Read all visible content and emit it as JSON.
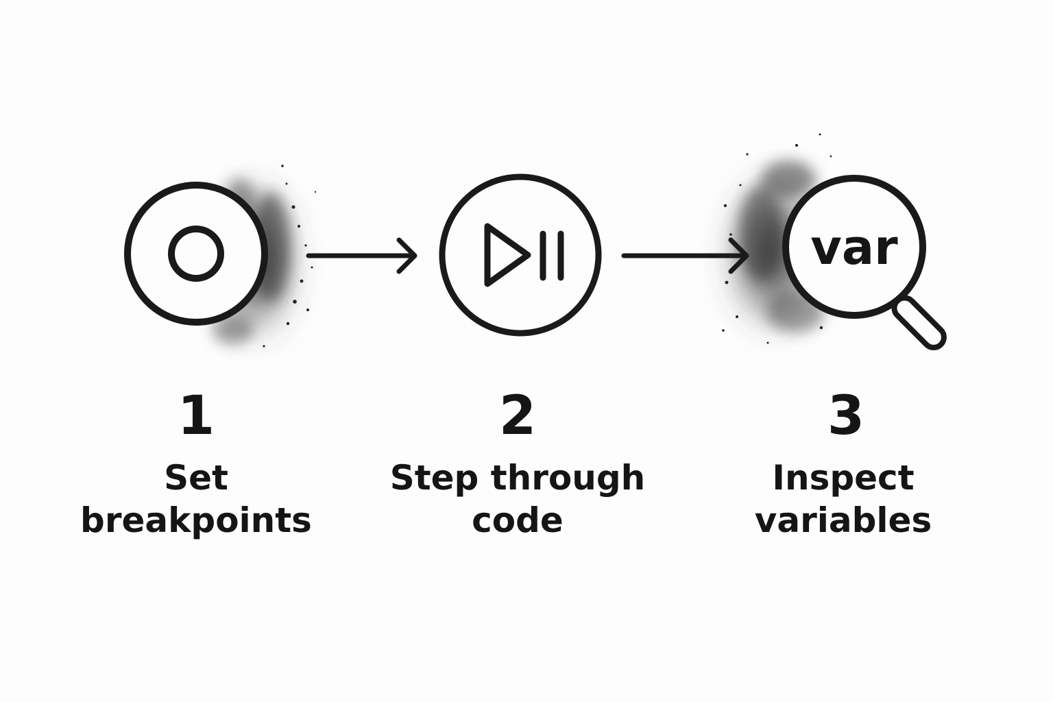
{
  "steps": [
    {
      "number": "1",
      "label": "Set\nbreakpoints",
      "icon": "breakpoint-icon"
    },
    {
      "number": "2",
      "label": "Step through\ncode",
      "icon": "play-pause-icon"
    },
    {
      "number": "3",
      "label": "Inspect\nvariables",
      "icon": "magnifier-icon",
      "icon_text": "var"
    }
  ],
  "colors": {
    "ink": "#1a1a1a",
    "background": "#fdfdfd",
    "smudge": "#2b2b2b"
  }
}
